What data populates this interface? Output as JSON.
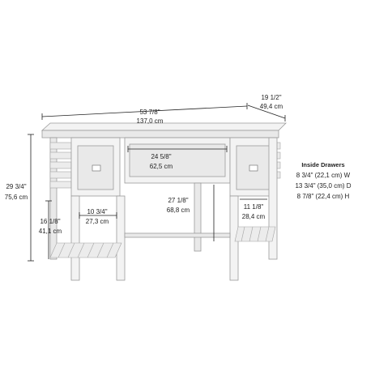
{
  "dimensions": {
    "width": {
      "imperial": "53 7/8\"",
      "metric": "137,0 cm"
    },
    "depth": {
      "imperial": "19 1/2\"",
      "metric": "49,4 cm"
    },
    "height": {
      "imperial": "29 3/4\"",
      "metric": "75,6 cm"
    },
    "center_drawer": {
      "imperial": "24 5/8\"",
      "metric": "62,5 cm"
    },
    "knee_height": {
      "imperial": "27 1/8\"",
      "metric": "68,8 cm"
    },
    "side_opening": {
      "imperial": "10 3/4\"",
      "metric": "27,3 cm"
    },
    "shelf_height": {
      "imperial": "16 1/8\"",
      "metric": "41,1 cm"
    },
    "right_opening": {
      "imperial": "11 1/8\"",
      "metric": "28,4 cm"
    }
  },
  "inside_drawers": {
    "title": "Inside Drawers",
    "lines": [
      "8 3/4\" (22,1 cm) W",
      "13 3/4\" (35,0 cm) D",
      "8 7/8\" (22,4 cm) H"
    ]
  },
  "colors": {
    "line": "#222222",
    "wood": "#f3f3f3",
    "edge": "#9a9a9a"
  }
}
